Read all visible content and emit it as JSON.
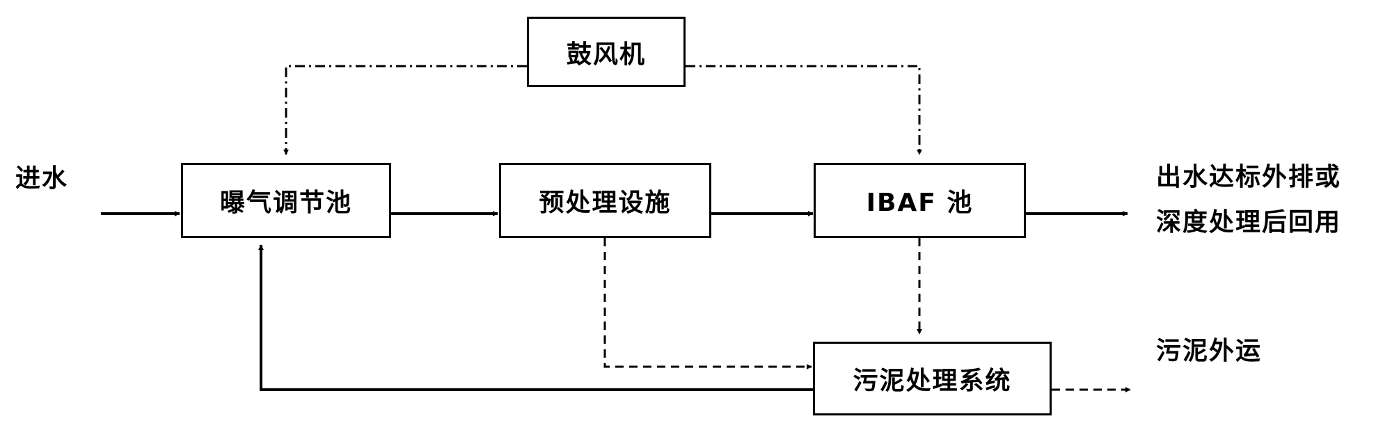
{
  "nodes": {
    "blower": "鼓风机",
    "aeration_tank": "曝气调节池",
    "pretreatment": "预处理设施",
    "ibaf": "IBAF 池",
    "sludge_system": "污泥处理系统"
  },
  "labels": {
    "inflow": "进水",
    "outflow_line1": "出水达标外排或",
    "outflow_line2": "深度处理后回用",
    "sludge_out": "污泥外运"
  }
}
